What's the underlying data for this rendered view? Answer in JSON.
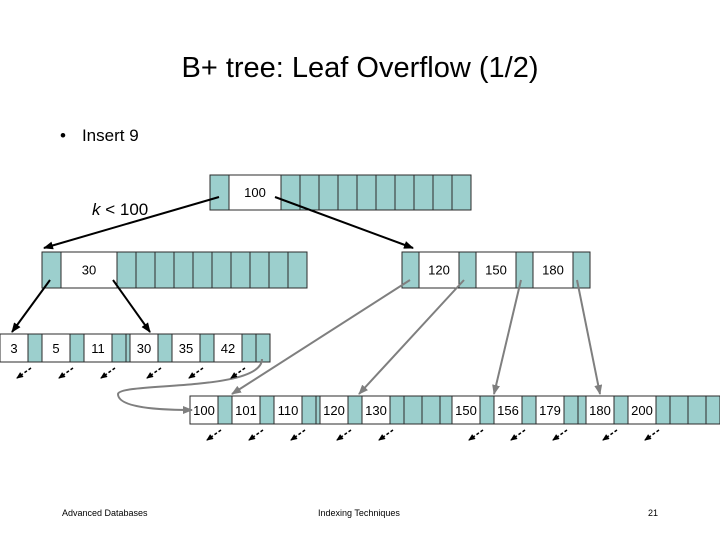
{
  "title": "B+ tree: Leaf Overflow (1/2)",
  "bullet": "Insert 9",
  "annotation": {
    "prefix": "k",
    "rest": " < 100"
  },
  "root": {
    "keys": [
      "100",
      "",
      "",
      "",
      "",
      ""
    ]
  },
  "internal_left": {
    "keys": [
      "30",
      "",
      "",
      "",
      "",
      ""
    ]
  },
  "internal_right": {
    "keys": [
      "120",
      "150",
      "180"
    ]
  },
  "leaves": [
    {
      "keys": [
        "3",
        "5",
        "11"
      ]
    },
    {
      "keys": [
        "30",
        "35",
        "42"
      ]
    },
    {
      "keys": [
        "100",
        "101",
        "110"
      ]
    },
    {
      "keys": [
        "120",
        "130",
        "",
        ""
      ]
    },
    {
      "keys": [
        "150",
        "156",
        "179"
      ]
    },
    {
      "keys": [
        "180",
        "200",
        "",
        ""
      ]
    }
  ],
  "footer": {
    "left": "Advanced Databases",
    "center": "Indexing Techniques",
    "right": "21"
  },
  "colors": {
    "cell_fill": "#9ccfcd",
    "cell_stroke": "#2b2b2b",
    "arrow": "#000000",
    "arrow_gray": "#7f7f7f"
  }
}
